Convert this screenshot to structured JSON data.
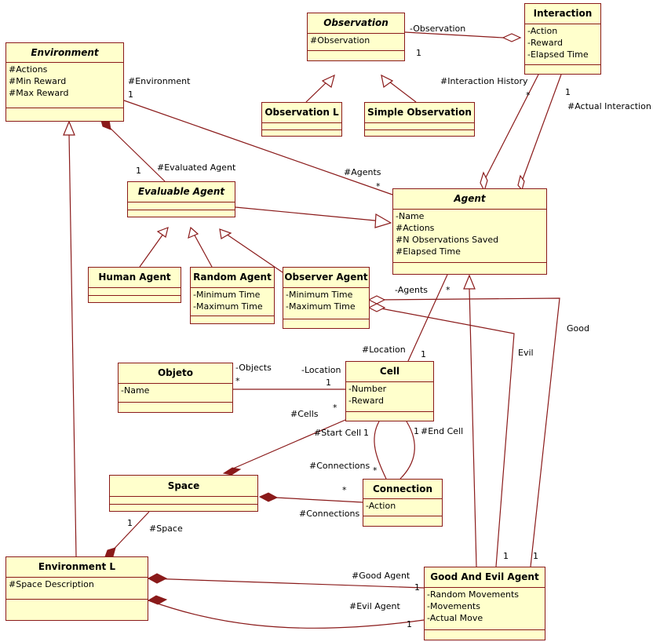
{
  "colors": {
    "box_fill": "#ffffcc",
    "box_border": "#8a1a1a",
    "line": "#8a1a1a"
  },
  "classes": {
    "environment": {
      "name": "Environment",
      "abstract": true,
      "attrs": [
        "#Actions",
        "#Min Reward",
        "#Max Reward"
      ]
    },
    "observation": {
      "name": "Observation",
      "abstract": true,
      "attrs": [
        "#Observation"
      ]
    },
    "interaction": {
      "name": "Interaction",
      "abstract": false,
      "attrs": [
        "-Action",
        "-Reward",
        "-Elapsed Time"
      ]
    },
    "observation_l": {
      "name": "Observation L",
      "abstract": false,
      "attrs": []
    },
    "simple_observation": {
      "name": "Simple Observation",
      "abstract": false,
      "attrs": []
    },
    "evaluable_agent": {
      "name": "Evaluable Agent",
      "abstract": true,
      "attrs": []
    },
    "agent": {
      "name": "Agent",
      "abstract": true,
      "attrs": [
        "-Name",
        "#Actions",
        "#N Observations Saved",
        "#Elapsed Time"
      ]
    },
    "human_agent": {
      "name": "Human Agent",
      "abstract": false,
      "attrs": []
    },
    "random_agent": {
      "name": "Random Agent",
      "abstract": false,
      "attrs": [
        "-Minimum Time",
        "-Maximum Time"
      ]
    },
    "observer_agent": {
      "name": "Observer Agent",
      "abstract": false,
      "attrs": [
        "-Minimum Time",
        "-Maximum Time"
      ]
    },
    "objeto": {
      "name": "Objeto",
      "abstract": false,
      "attrs": [
        "-Name"
      ]
    },
    "cell": {
      "name": "Cell",
      "abstract": false,
      "attrs": [
        "-Number",
        "-Reward"
      ]
    },
    "space": {
      "name": "Space",
      "abstract": false,
      "attrs": []
    },
    "connection": {
      "name": "Connection",
      "abstract": false,
      "attrs": [
        "-Action"
      ]
    },
    "environment_l": {
      "name": "Environment L",
      "abstract": false,
      "attrs": [
        "#Space Description"
      ]
    },
    "good_and_evil_agent": {
      "name": "Good And Evil Agent",
      "abstract": false,
      "attrs": [
        "-Random Movements",
        "-Movements",
        "-Actual Move"
      ]
    }
  },
  "labels": {
    "observation_role": "-Observation",
    "observation_mult": "1",
    "interaction_history": "#Interaction History",
    "interaction_history_mult": "*",
    "actual_interaction_mult": "1",
    "actual_interaction": "#Actual Interaction",
    "environment_role": "#Environment",
    "environment_mult": "1",
    "evaluated_agent_mult": "1",
    "evaluated_agent": "#Evaluated Agent",
    "agents_role": "#Agents",
    "agents_mult": "*",
    "agents_minus": "-Agents",
    "agents_minus_mult": "*",
    "good": "Good",
    "evil": "Evil",
    "location_hash": "#Location",
    "location_hash_mult": "1",
    "objects": "-Objects",
    "objects_mult": "*",
    "location_minus": "-Location",
    "location_minus_mult": "1",
    "cells_mult": "*",
    "cells": "#Cells",
    "start_cell": "#Start Cell",
    "start_cell_mult": "1",
    "end_cell_mult": "1",
    "end_cell": "#End Cell",
    "connections_upper": "#Connections",
    "connections_upper_mult": "*",
    "connections_lower_mult": "*",
    "connections_lower": "#Connections",
    "space_mult": "1",
    "space_role": "#Space",
    "good_mult": "1",
    "evil_mult": "1",
    "good_agent": "#Good Agent",
    "good_agent_mult": "1",
    "evil_agent": "#Evil Agent",
    "evil_agent_mult": "1"
  }
}
